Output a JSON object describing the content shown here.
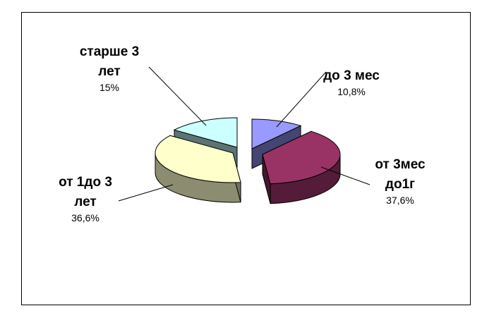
{
  "chart_data": {
    "type": "pie",
    "title": "",
    "legend": "none",
    "categories": [
      "до 3 мес",
      "от 3мес до1г",
      "от 1до 3 лет",
      "старше 3 лет"
    ],
    "values": [
      10.8,
      37.6,
      36.6,
      15
    ],
    "label_lines": [
      [
        "до 3 мес"
      ],
      [
        "от 3мес",
        "до1г"
      ],
      [
        "от 1до 3",
        "лет"
      ],
      [
        "старше 3",
        "лет"
      ]
    ],
    "value_labels": [
      "10,8%",
      "37,6%",
      "36,6%",
      "15%"
    ],
    "colors": [
      "#9999ff",
      "#993366",
      "#ffffcc",
      "#ccffff"
    ]
  }
}
